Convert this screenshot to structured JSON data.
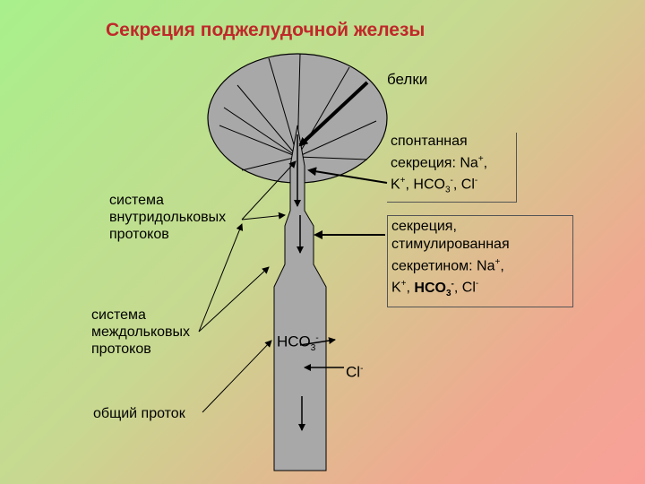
{
  "title": "Секреция поджелудочной железы",
  "labels": {
    "proteins": "белки",
    "spontaneous": {
      "line1": "спонтанная",
      "line2a": "секреция: Na",
      "line2b": ", ",
      "line3a": "K",
      "line3b": ", HCO",
      "line3c": ", Cl"
    },
    "stimulated": {
      "line1": "секреция,",
      "line2": "стимулированная",
      "line3": "секретином: Na",
      "line4a": "K",
      "line4b": ", ",
      "line4c": "HCO",
      "line4d": ", Cl"
    },
    "intralobular": [
      "система",
      "внутридольковых",
      "протоков"
    ],
    "interlobular": [
      "система",
      "междольковых",
      "протоков"
    ],
    "common_duct": "общий проток",
    "hco3": "HCO",
    "cl": "Cl",
    "sup_plus": "+",
    "sup_minus": "-",
    "sub_3": "3"
  },
  "colors": {
    "title": "#c0282a",
    "gland": "#a8a8a8",
    "arrow": "#000000"
  }
}
